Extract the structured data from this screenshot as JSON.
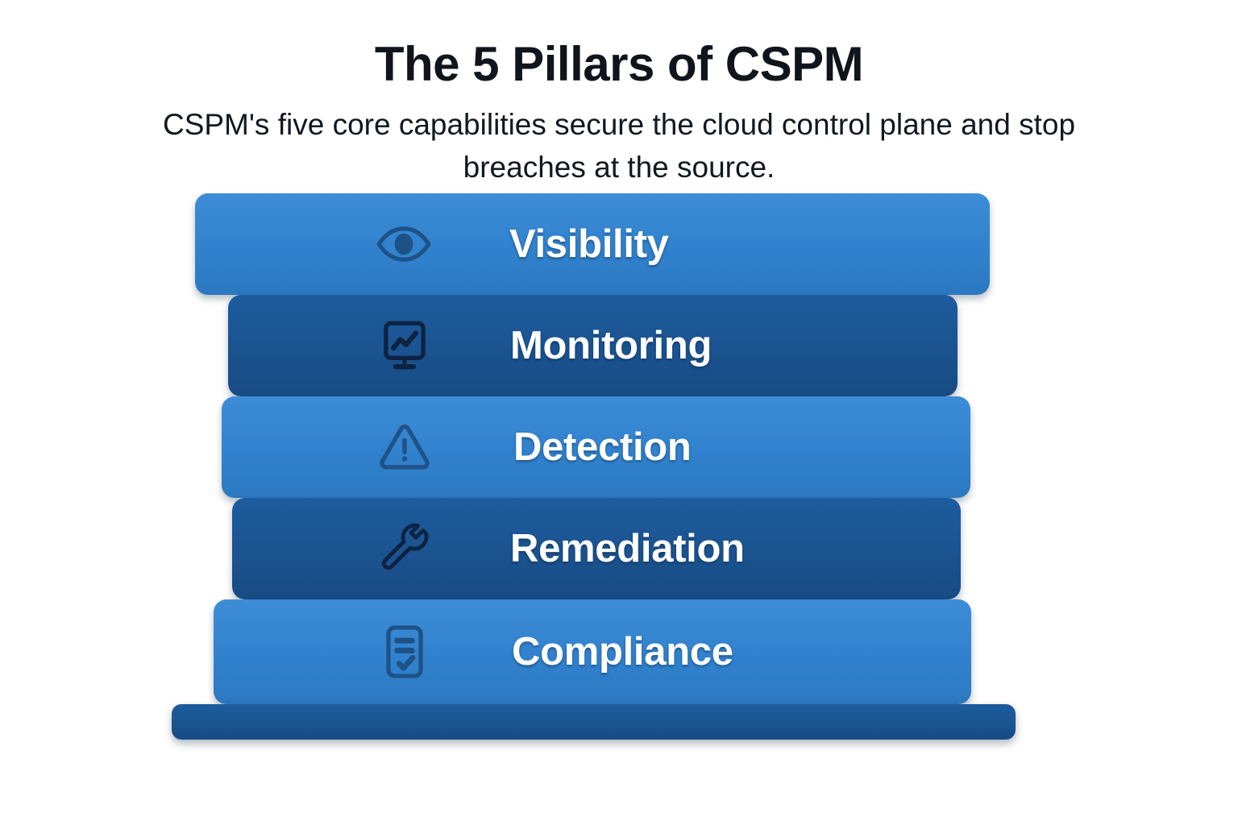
{
  "header": {
    "title": "The 5 Pillars of CSPM",
    "subtitle": "CSPM's five core capabilities secure the cloud control plane and stop breaches at the source."
  },
  "colors": {
    "light_blue": "#3182ce",
    "dark_blue": "#1b5390",
    "base_blue": "#1b5390",
    "label_text": "#ffffff",
    "title_text": "#10151c",
    "icon_on_light": "#1e5286",
    "icon_on_dark": "#0d2342",
    "background": "#ffffff"
  },
  "pillars": [
    {
      "label": "Visibility",
      "icon": "eye-icon",
      "tone": "light"
    },
    {
      "label": "Monitoring",
      "icon": "monitor-chart-icon",
      "tone": "dark"
    },
    {
      "label": "Detection",
      "icon": "warning-triangle-icon",
      "tone": "light"
    },
    {
      "label": "Remediation",
      "icon": "wrench-icon",
      "tone": "dark"
    },
    {
      "label": "Compliance",
      "icon": "clipboard-check-icon",
      "tone": "light"
    }
  ],
  "base": {
    "name": "stack-base-platform"
  }
}
